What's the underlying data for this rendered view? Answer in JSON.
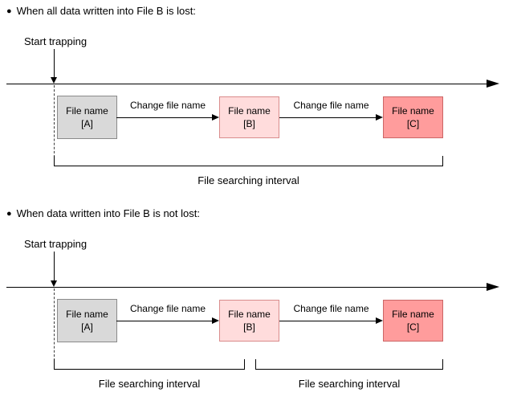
{
  "sections": [
    {
      "bullet": "●",
      "heading": "When all data written into File B is lost:",
      "start_trapping": "Start trapping",
      "boxes": [
        {
          "name": "File name",
          "id": "[A]"
        },
        {
          "name": "File name",
          "id": "[B]"
        },
        {
          "name": "File name",
          "id": "[C]"
        }
      ],
      "arrows": [
        "Change file name",
        "Change file name"
      ],
      "intervals": [
        "File searching interval"
      ]
    },
    {
      "bullet": "●",
      "heading": "When data written into File B is not lost:",
      "start_trapping": "Start trapping",
      "boxes": [
        {
          "name": "File name",
          "id": "[A]"
        },
        {
          "name": "File name",
          "id": "[B]"
        },
        {
          "name": "File name",
          "id": "[C]"
        }
      ],
      "arrows": [
        "Change file name",
        "Change file name"
      ],
      "intervals": [
        "File searching interval",
        "File searching interval"
      ]
    }
  ],
  "colors": {
    "box_a_fill": "#d9d9d9",
    "box_a_border": "#8a8a8a",
    "box_b_fill": "#ffdcdc",
    "box_b_border": "#d98c8c",
    "box_c_fill": "#ff9c9c",
    "box_c_border": "#cc6666",
    "line": "#000000"
  }
}
